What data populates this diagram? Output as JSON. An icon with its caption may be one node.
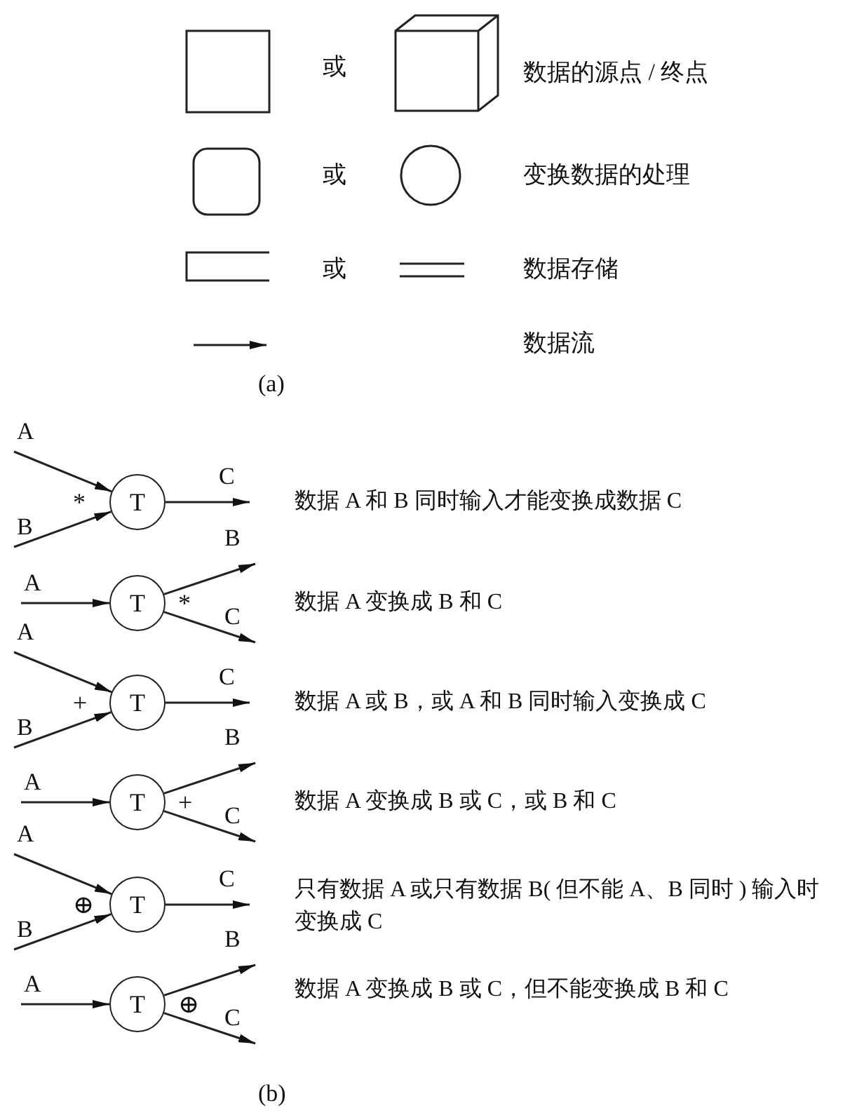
{
  "diagram": {
    "nodes": [
      {
        "text": [
          "T"
        ]
      },
      {
        "text": [
          "T"
        ]
      },
      {
        "text": [
          "T"
        ]
      },
      {
        "text": [
          "T"
        ]
      },
      {
        "text": [
          "T"
        ]
      },
      {
        "text": [
          "T"
        ]
      }
    ],
    "edges": [
      {
        "from": null,
        "to": 0,
        "arrow": "to",
        "label": "A"
      },
      {
        "from": null,
        "to": 0,
        "arrow": "to",
        "label": "B"
      },
      {
        "from": 0,
        "to": null,
        "arrow": "to",
        "label": "C"
      },
      {
        "from": null,
        "to": 1,
        "arrow": "to",
        "label": "A"
      },
      {
        "from": 1,
        "to": null,
        "arrow": "to",
        "label": "B"
      },
      {
        "from": 1,
        "to": null,
        "arrow": "to",
        "label": "C"
      },
      {
        "from": null,
        "to": 2,
        "arrow": "to",
        "label": "A"
      },
      {
        "from": null,
        "to": 2,
        "arrow": "to",
        "label": "B"
      },
      {
        "from": 2,
        "to": null,
        "arrow": "to",
        "label": "C"
      },
      {
        "from": null,
        "to": 3,
        "arrow": "to",
        "label": "A"
      },
      {
        "from": 3,
        "to": null,
        "arrow": "to",
        "label": "B"
      },
      {
        "from": 3,
        "to": null,
        "arrow": "to",
        "label": "C"
      },
      {
        "from": null,
        "to": 4,
        "arrow": "to",
        "label": "A"
      },
      {
        "from": null,
        "to": 4,
        "arrow": "to",
        "label": "B"
      },
      {
        "from": 4,
        "to": null,
        "arrow": "to",
        "label": "C"
      },
      {
        "from": null,
        "to": 5,
        "arrow": "to",
        "label": "A"
      },
      {
        "from": 5,
        "to": null,
        "arrow": "to",
        "label": "B"
      },
      {
        "from": 5,
        "to": null,
        "arrow": "to",
        "label": "C"
      }
    ],
    "labels": [
      "或",
      "或",
      "或",
      "(a)",
      "*",
      "数据 A 和 B 同时输入才能变换成数据 C",
      "*",
      "数据 A 变换成 B 和 C",
      "+",
      "数据 A 或 B，或 A 和 B 同时输入变换成 C",
      "+",
      "数据 A 变换成 B 或 C，或 B 和 C",
      "⊕",
      "只有数据 A 或只有数据 B( 但不能 A、B 同时 ) 输入时变换成 C",
      "⊕",
      "数据 A 变换成 B 或 C，但不能变换成 B 和 C",
      "(b)"
    ],
    "legend": [
      {
        "text": "数据的源点 / 终点"
      },
      {
        "text": "变换数据的处理"
      },
      {
        "text": "数据存储"
      },
      {
        "text": "数据流"
      }
    ]
  }
}
